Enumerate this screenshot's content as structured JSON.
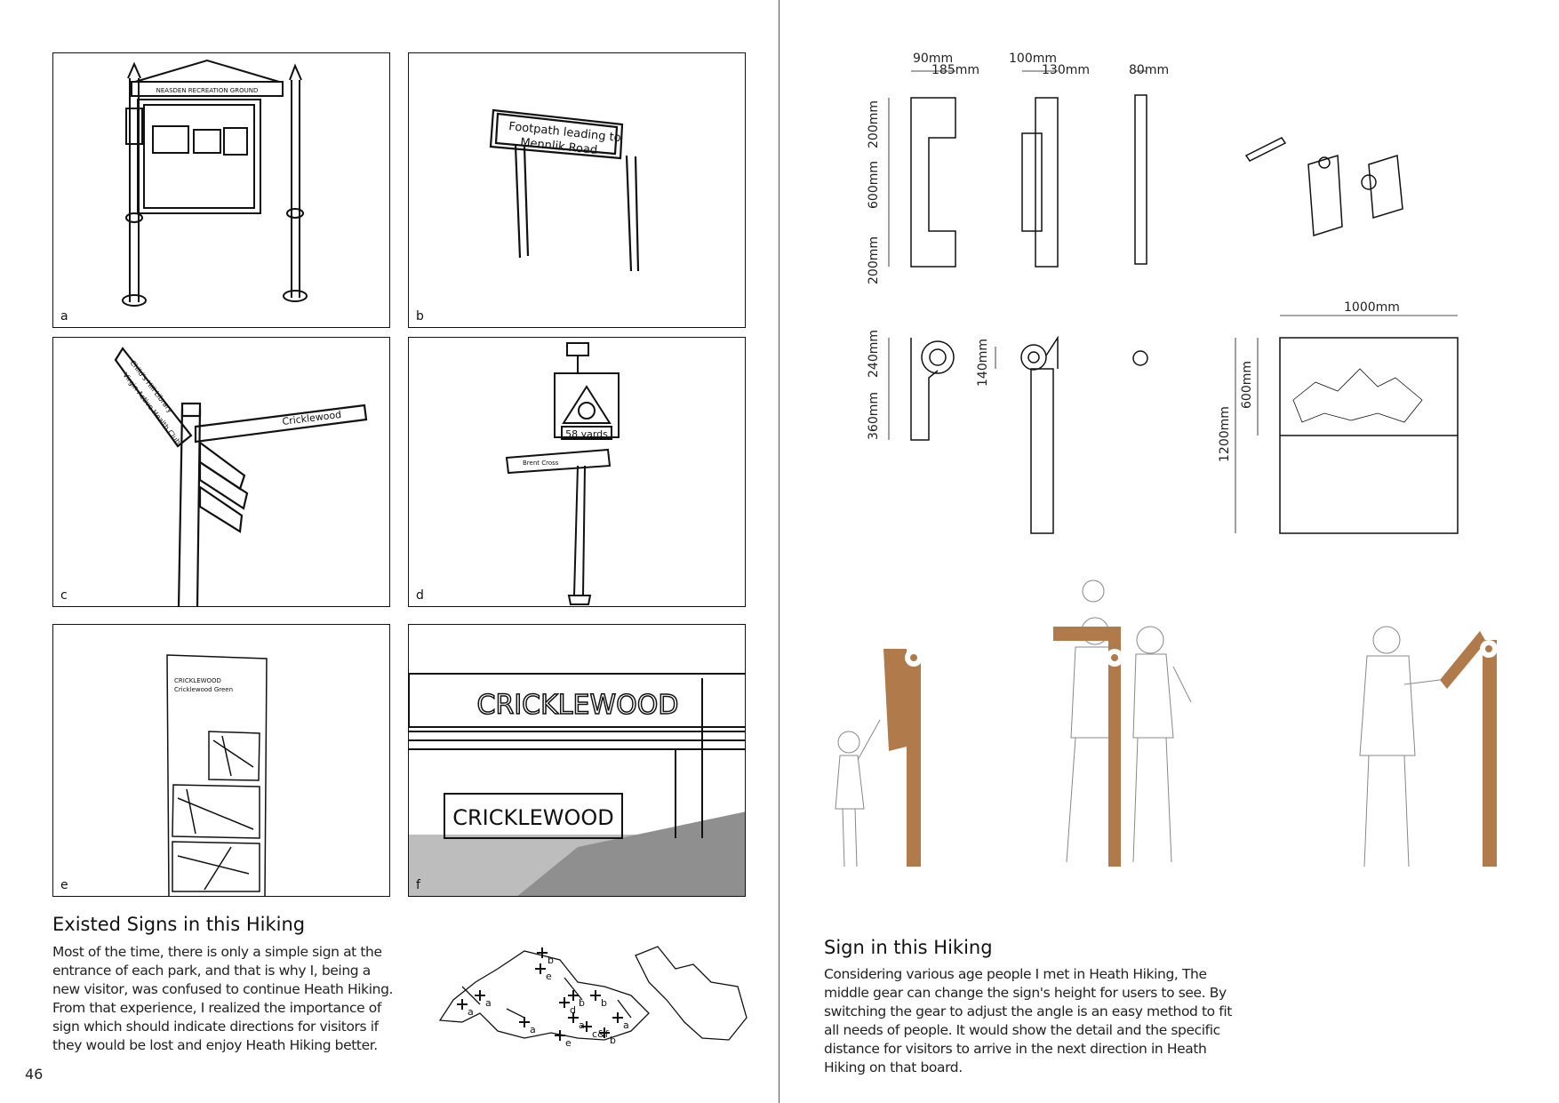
{
  "left_page": {
    "page_number": "46",
    "panels": [
      {
        "label": "a",
        "sign_text": "NEASDEN RECREATION GROUND"
      },
      {
        "label": "b",
        "sign_text_line1": "Footpath leading to",
        "sign_text_line2": "Mennlik Road"
      },
      {
        "label": "c",
        "arm_text_1": "Child's Hill Library",
        "arm_text_2": "Virgin Active Health Club",
        "arm_text_3": "Cricklewood"
      },
      {
        "label": "d",
        "sign_text": "58 yards",
        "lower_sign_text": "Brent Cross"
      },
      {
        "label": "e",
        "sign_title": "CRICKLEWOOD",
        "sign_subtitle": "Cricklewood Green"
      },
      {
        "label": "f",
        "bridge_text": "CRICKLEWOOD",
        "wall_text": "CRICKLEWOOD"
      }
    ],
    "section_title": "Existed Signs in this Hiking",
    "paragraph": "Most of the time, there is only a simple sign at the entrance of each park, and that is why I, being a new visitor, was confused to continue Heath Hiking. From that experience, I realized the importance of sign which should indicate directions for visitors if they would be lost and enjoy Heath Hiking better.",
    "map_markers": [
      "b",
      "e",
      "a",
      "d",
      "a",
      "b",
      "b",
      "a",
      "a",
      "c&f",
      "e",
      "b",
      "a"
    ]
  },
  "right_page": {
    "dimensions": {
      "side1_w1": "90mm",
      "side1_w2": "185mm",
      "side2_w1": "100mm",
      "side2_w2": "130mm",
      "side3_w": "80mm",
      "h_top": "200mm",
      "h_mid": "600mm",
      "h_bot": "200mm",
      "plan_h1": "240mm",
      "plan_h2": "360mm",
      "plan_gear": "140mm",
      "board_w": "1000mm",
      "board_h1": "600mm",
      "board_h2": "1200mm"
    },
    "section_title": "Sign in this Hiking",
    "paragraph": "Considering various age people I met in Heath Hiking, The middle gear can change the sign's height for users to see. By switching the gear to adjust the angle is an easy method to fit all needs of people. It would show the detail and the specific distance for visitors to arrive in the next direction in Heath Hiking on that board."
  },
  "colors": {
    "wood": "#b07a4a",
    "line": "#111111"
  }
}
